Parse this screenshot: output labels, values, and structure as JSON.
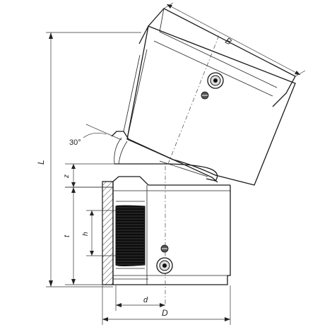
{
  "drawing": {
    "labels": {
      "B": "B",
      "L": "L",
      "angle": "30°",
      "z": "z",
      "t": "t",
      "h": "h",
      "d": "d",
      "D": "D"
    },
    "colors": {
      "line": "#1a1a1a",
      "thread_fill": "#0d0d0d",
      "hatch": "#333333",
      "background": "#ffffff"
    },
    "icons": [
      "screw-terminal-icon",
      "indicator-pin-icon"
    ]
  }
}
